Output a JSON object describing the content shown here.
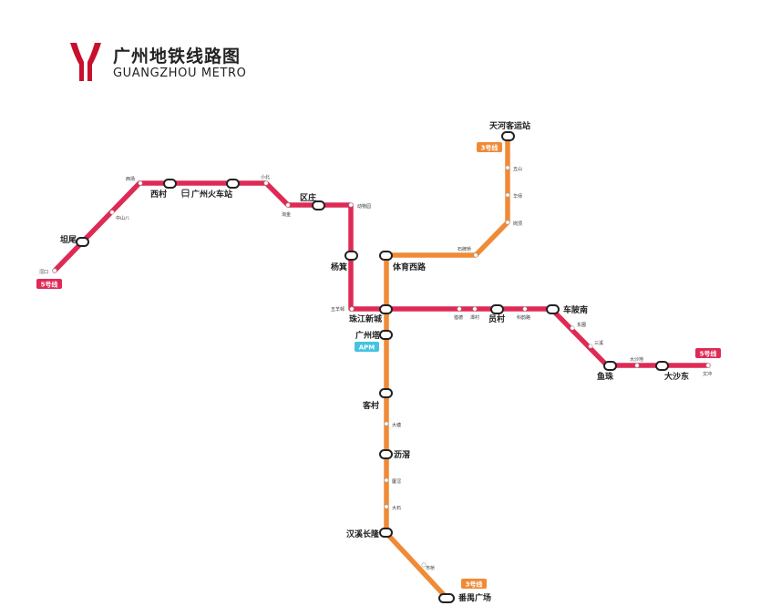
{
  "header": {
    "title": "广州地铁线路图",
    "subtitle": "GUANGZHOU METRO"
  },
  "colors": {
    "line5": "#de2a55",
    "line3": "#ef8a37",
    "apm": "#45c3e0",
    "logo": "#c8102e"
  },
  "lines": {
    "line5_label": "5号线",
    "line3_label": "3号线",
    "apm_label": "APM"
  },
  "stations": {
    "jiaokou": "滘口",
    "tanwei": "坦尾",
    "zhongshanba": "中山八",
    "xichang": "西场",
    "xicun": "西村",
    "guangzhou_railway": "广州火车站",
    "xiaobei": "小北",
    "taojin": "淘金",
    "ouzhuang": "区庄",
    "dongwuyuan": "动物园",
    "yangji": "杨箕",
    "wuyangcun": "五羊邨",
    "zhujiang_newtown": "珠江新城",
    "liede": "猎德",
    "tancun": "潭村",
    "yuancun": "员村",
    "kejilu": "科韵路",
    "chebeinan": "车陂南",
    "dongpu": "东圃",
    "sanxi": "三溪",
    "yuzhu": "鱼珠",
    "dashadi": "大沙地",
    "dashadong": "大沙东",
    "wenchong": "文冲",
    "tianhe_coach": "天河客运站",
    "wushan": "五山",
    "huashi": "华师",
    "gangding": "岗顶",
    "shipaiqiao": "石牌桥",
    "tiyu_xilu": "体育西路",
    "canton_tower": "广州塔",
    "kecun": "客村",
    "datang": "大塘",
    "lijiao": "沥滘",
    "xiajiao": "厦滘",
    "dashi": "大石",
    "hanxi_changlong": "汉溪长隆",
    "shiqiao": "市桥",
    "panyu_square": "番禺广场"
  }
}
